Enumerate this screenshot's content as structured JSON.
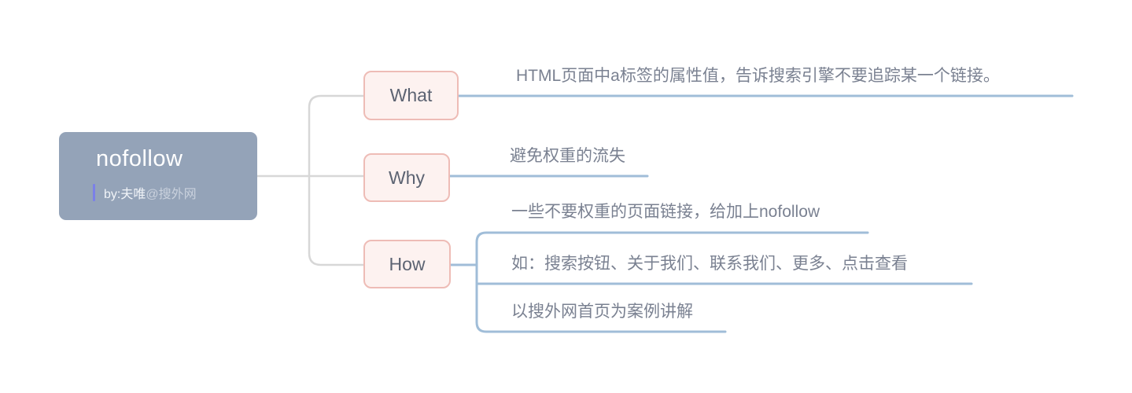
{
  "root": {
    "title": "nofollow",
    "byline_author": "by:夫唯",
    "byline_site": "@搜外网"
  },
  "branches": [
    {
      "label": "What",
      "children": [
        {
          "text": "HTML页面中a标签的属性值，告诉搜索引擎不要追踪某一个链接。"
        }
      ]
    },
    {
      "label": "Why",
      "children": [
        {
          "text": "避免权重的流失"
        }
      ]
    },
    {
      "label": "How",
      "children": [
        {
          "text": "一些不要权重的页面链接，给加上nofollow"
        },
        {
          "text": "如：搜索按钮、关于我们、联系我们、更多、点击查看"
        },
        {
          "text": "以搜外网首页为案例讲解"
        }
      ]
    }
  ],
  "colors": {
    "canvas-bg": "#ffffff",
    "root-fill": "#94a3b8",
    "root-title-color": "#ffffff",
    "byline-bar-color": "#7b80e8",
    "byline-author-color": "#f1f4f8",
    "byline-site-color": "#c9d1dd",
    "branch-fill": "#fdf2f0",
    "branch-border": "#eebcb6",
    "branch-text": "#5c6372",
    "leaf-text": "#7a8191",
    "gray-line": "#d7d7d7",
    "blue-line": "#a0bdd8"
  }
}
